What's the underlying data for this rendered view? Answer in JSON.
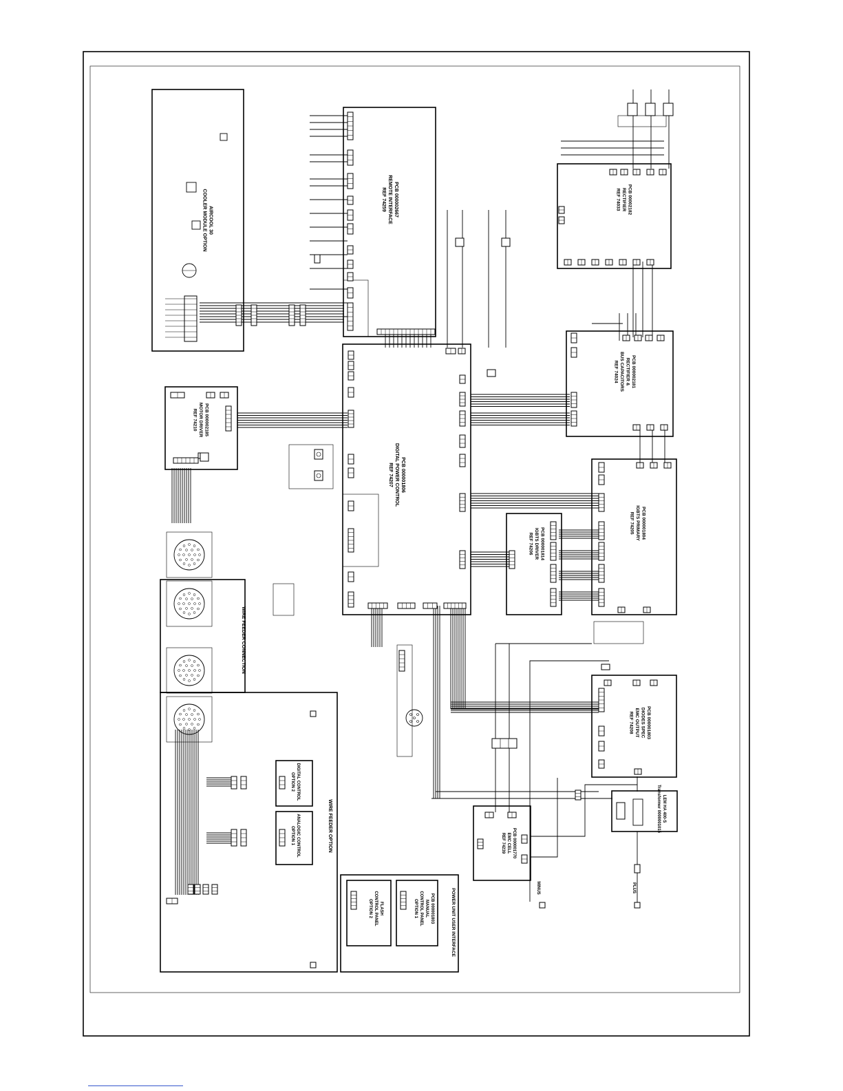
{
  "sheet": {
    "stroke": "#000000",
    "background": "#ffffff"
  },
  "blocks": [
    {
      "id": "aircool",
      "lines": [
        "AIRCOOL 30",
        "COOLER MODULE OPTION"
      ]
    },
    {
      "id": "remote",
      "lines": [
        "PCB 000002667",
        "REMOTE INTERFACE",
        "REF 74259"
      ]
    },
    {
      "id": "rect-sec",
      "lines": [
        "PCB 00002182",
        "RECTIFIER",
        "REF 74033"
      ]
    },
    {
      "id": "rect-bus",
      "lines": [
        "PCB 000002181",
        "RECTIFIER &",
        "BUS CAPACITORS",
        "REF 74024"
      ]
    },
    {
      "id": "motor",
      "lines": [
        "PCB 000002185",
        "MOTOR DRIVER",
        "REF 74210"
      ]
    },
    {
      "id": "digital",
      "lines": [
        "PCB 000001806",
        "DIGITAL POWER CONTROL",
        "REF 74207"
      ]
    },
    {
      "id": "igbt",
      "lines": [
        "PCB 000001804",
        "IGBTS PRIMARY",
        "REF 74205"
      ]
    },
    {
      "id": "igbt-drv",
      "lines": [
        "PCB 000001814",
        "IGBTS DRIVER",
        "REF 74206"
      ]
    },
    {
      "id": "diode",
      "lines": [
        "PCB 000001803",
        "DIODES SPEC",
        "EMC OUTPUT",
        "REF 74208"
      ]
    },
    {
      "id": "wire-conn",
      "lines": [
        "WIRE FEEDER CONNECTION"
      ]
    },
    {
      "id": "wire-opt",
      "lines": [
        "WIRE FEEDER OPTION"
      ]
    },
    {
      "id": "digital-opt",
      "lines": [
        "DIGITAL CONTROL",
        "OPTION 2"
      ]
    },
    {
      "id": "analogic-opt",
      "lines": [
        "ANALOGIC CONTROL",
        "OPTION 1"
      ]
    },
    {
      "id": "user-if",
      "lines": [
        "POWER UNIT USER INTERFACE"
      ]
    },
    {
      "id": "ctrl-opt1",
      "lines": [
        "PCB 000001803",
        "MANUAL",
        "CONTROL PANEL",
        "OPTION 1"
      ]
    },
    {
      "id": "ctrl-opt2",
      "lines": [
        "FLASH",
        "CONTROL PANEL",
        "OPTION 2"
      ]
    },
    {
      "id": "hall",
      "lines": [
        "LEM HA 400-S",
        "Transformer 0000001015"
      ]
    },
    {
      "id": "sense",
      "lines": [
        "PCB 000001770",
        "EMC CELL",
        "REF 74239"
      ]
    },
    {
      "id": "minus",
      "lines": [
        "MINUS"
      ]
    },
    {
      "id": "plus",
      "lines": [
        "PLUS"
      ]
    }
  ]
}
